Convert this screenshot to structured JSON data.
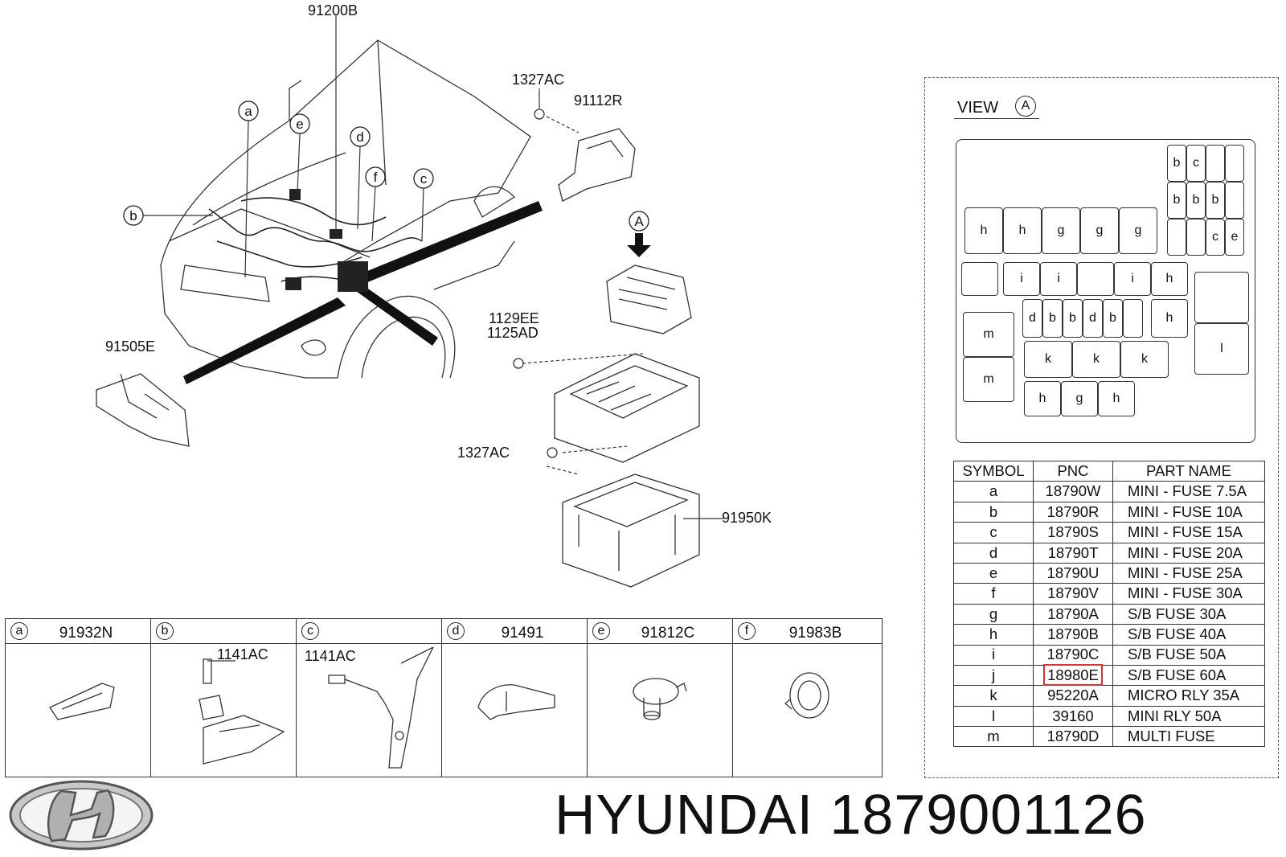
{
  "diagram": {
    "callouts": {
      "harness": "91200B",
      "nut_top": "1327AC",
      "bracket_right": "91112R",
      "bolt_1": "1129EE",
      "bolt_2": "1125AD",
      "nut_mid": "1327AC",
      "box_lower": "91950K",
      "bracket_left": "91505E",
      "view_marker": "A"
    },
    "circle_labels": [
      "a",
      "b",
      "c",
      "d",
      "e",
      "f"
    ]
  },
  "view": {
    "title": "VIEW",
    "marker": "A",
    "cells": {
      "r1": [
        "b",
        "c"
      ],
      "r2": [
        "b",
        "b",
        "b"
      ],
      "r3": [
        "h",
        "h",
        "g",
        "g",
        "g"
      ],
      "r3r": [
        "c",
        "e"
      ],
      "r4": [
        "i",
        "i",
        "i",
        "h"
      ],
      "r5": [
        "d",
        "b",
        "b",
        "d",
        "b",
        "h"
      ],
      "m": [
        "m",
        "m"
      ],
      "k": [
        "k",
        "k",
        "k"
      ],
      "bottom": [
        "h",
        "g",
        "h"
      ],
      "l": "l"
    }
  },
  "table": {
    "headers": [
      "SYMBOL",
      "PNC",
      "PART NAME"
    ],
    "rows": [
      [
        "a",
        "18790W",
        "MINI - FUSE 7.5A"
      ],
      [
        "b",
        "18790R",
        "MINI - FUSE 10A"
      ],
      [
        "c",
        "18790S",
        "MINI - FUSE 15A"
      ],
      [
        "d",
        "18790T",
        "MINI - FUSE 20A"
      ],
      [
        "e",
        "18790U",
        "MINI - FUSE 25A"
      ],
      [
        "f",
        "18790V",
        "MINI - FUSE 30A"
      ],
      [
        "g",
        "18790A",
        "S/B FUSE 30A"
      ],
      [
        "h",
        "18790B",
        "S/B FUSE 40A"
      ],
      [
        "i",
        "18790C",
        "S/B FUSE 50A"
      ],
      [
        "j",
        "18980E",
        "S/B FUSE 60A"
      ],
      [
        "k",
        "95220A",
        "MICRO RLY 35A"
      ],
      [
        "l",
        "39160",
        "MINI RLY 50A"
      ],
      [
        "m",
        "18790D",
        "MULTI FUSE"
      ]
    ],
    "highlighted_pnc": "18980E",
    "highlight_color": "#e03030"
  },
  "parts_strip": [
    {
      "symbol": "a",
      "part": "91932N"
    },
    {
      "symbol": "b",
      "part": "",
      "sub": "1141AC"
    },
    {
      "symbol": "c",
      "part": "",
      "sub": "1141AC"
    },
    {
      "symbol": "d",
      "part": "91491"
    },
    {
      "symbol": "e",
      "part": "91812C"
    },
    {
      "symbol": "f",
      "part": "91983B"
    }
  ],
  "brand": {
    "text": "HYUNDAI 1879001126",
    "logo": "hyundai-logo"
  }
}
